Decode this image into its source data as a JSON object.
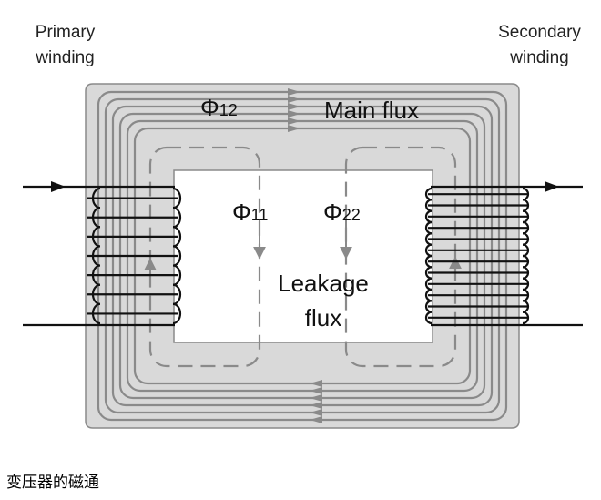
{
  "labels": {
    "primary_line1": "Primary",
    "primary_line2": "winding",
    "secondary_line1": "Secondary",
    "secondary_line2": "winding",
    "phi_symbol": "Φ",
    "phi12_sub": "12",
    "phi11_sub": "11",
    "phi22_sub": "22",
    "main_flux": "Main flux",
    "leakage_line1": "Leakage",
    "leakage_line2": "flux"
  },
  "caption": "变压器的磁通",
  "colors": {
    "core": "#d9d9d9",
    "core_border": "#8a8a8a",
    "flux_line": "#8a8a8a",
    "winding": "#111111"
  },
  "diagram": {
    "primary_turns": 7,
    "secondary_turns": 12,
    "main_flux_loops": 6
  }
}
